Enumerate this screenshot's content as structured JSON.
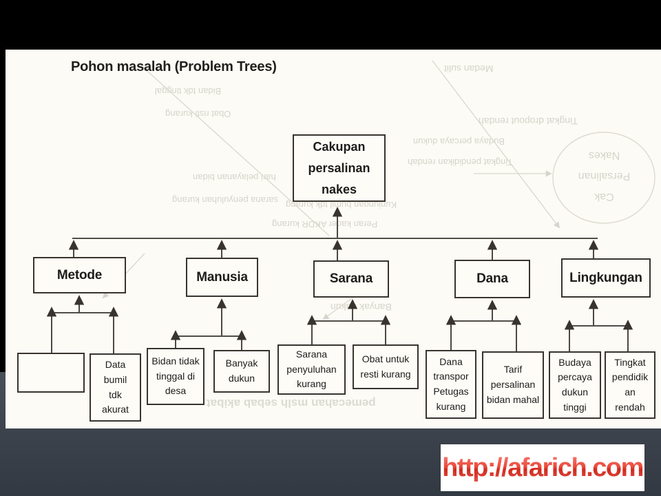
{
  "slide": {
    "title": "Pohon masalah (Problem Trees)"
  },
  "tree": {
    "root": {
      "label": "Cakupan persalinan nakes"
    },
    "branches": [
      {
        "label": "Metode",
        "children": [
          "",
          "Data bumil tdk akurat"
        ]
      },
      {
        "label": "Manusia",
        "children": [
          "Bidan tidak tinggal di desa",
          "Banyak dukun"
        ]
      },
      {
        "label": "Sarana",
        "children": [
          "Sarana penyuluhan kurang",
          "Obat untuk resti kurang"
        ]
      },
      {
        "label": "Dana",
        "children": [
          "Dana transpor Petugas kurang",
          "Tarif persalinan bidan mahal"
        ]
      },
      {
        "label": "Lingkungan",
        "children": [
          "Budaya percaya dukun tinggi",
          "Tingkat pendidik an rendah"
        ]
      }
    ]
  },
  "ghost": {
    "labels": [
      "Medan sulit",
      "Bidan tdk tinggal",
      "Obat risti kurang",
      "hari pelayanan bidan",
      "sarana penyuluhan kurang",
      "Tingkat dropout rendah",
      "Budaya percaya dukun",
      "Tingkat pendidikan rendah",
      "Kunjungan bumil tdk kurang",
      "Peran kader AKDR kurang",
      "Banyak dukun",
      "pemecahan mslh sebab akibat"
    ],
    "circle_lines": [
      "Cak",
      "Persalinan",
      "Nakes"
    ]
  },
  "watermark": {
    "text": "http://afarich.com"
  },
  "colors": {
    "letterbox": "#000000",
    "paper": "#fcfbf5",
    "ink": "#38342d",
    "slide_bg_top": "#6a7280",
    "slide_bg_bottom": "#323942",
    "watermark_red": "#d02a1e"
  }
}
